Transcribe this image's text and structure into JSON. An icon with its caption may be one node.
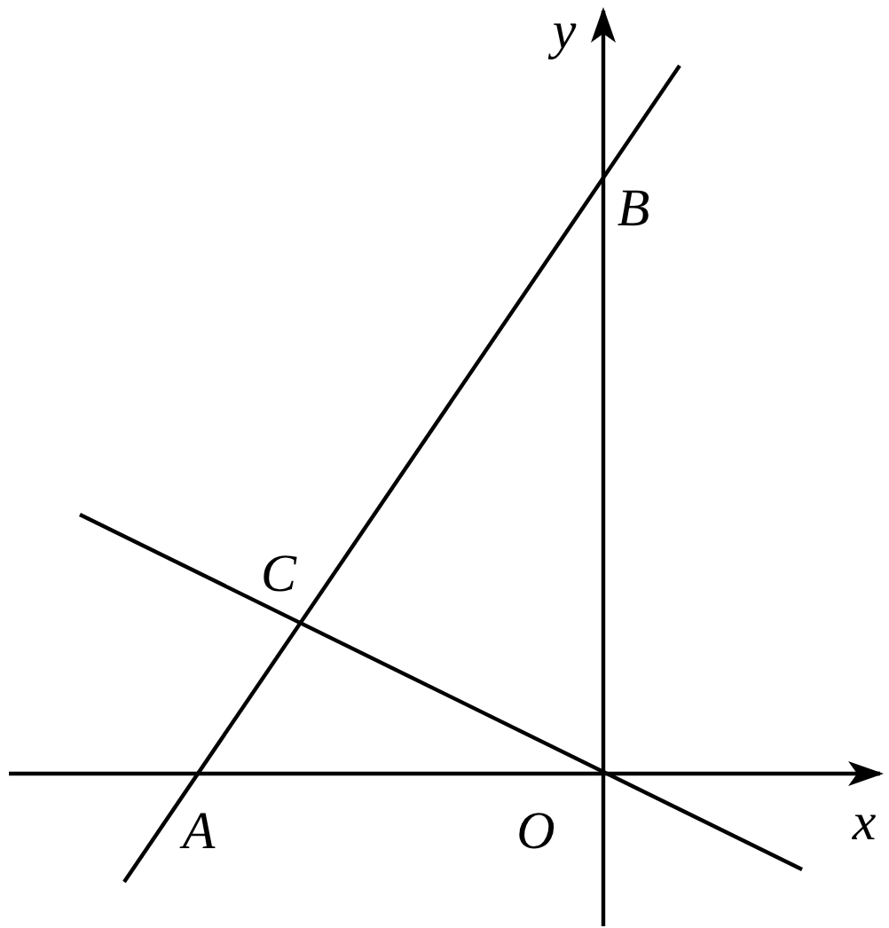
{
  "diagram": {
    "labels": [
      "y",
      "B",
      "C",
      "A",
      "O",
      "x"
    ]
  }
}
